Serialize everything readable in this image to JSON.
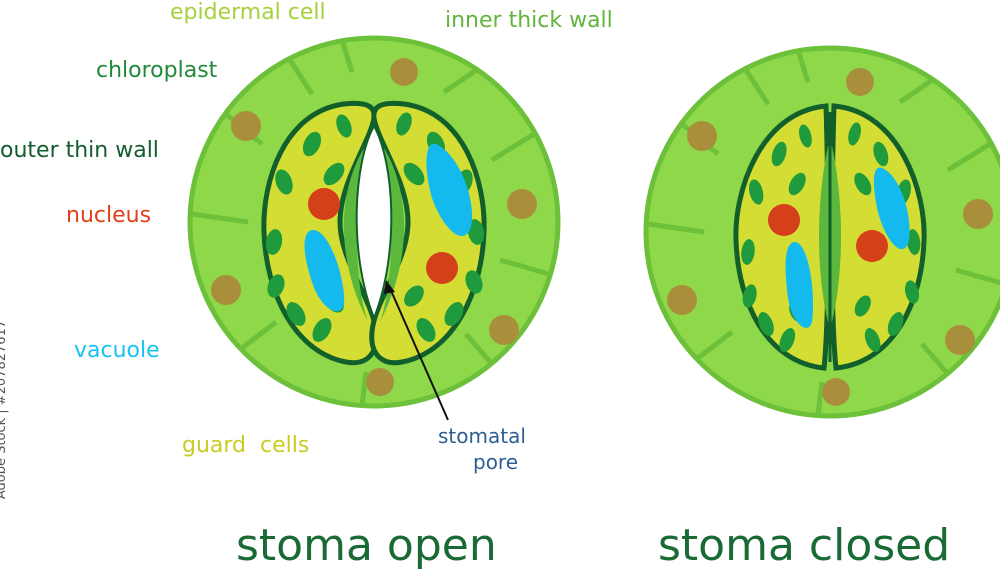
{
  "labels": {
    "epidermal_cell": "epidermal cell",
    "inner_thick_wall": "inner thick wall",
    "chloroplast": "chloroplast",
    "outer_thin_wall": "outer thin wall",
    "nucleus": "nucleus",
    "vacuole": "vacuole",
    "guard_cells": "guard  cells",
    "stomatal_pore_line1": "stomatal",
    "stomatal_pore_line2": "pore"
  },
  "titles": {
    "open": "stoma open",
    "closed": "stoma closed"
  },
  "watermark": "Adobe Stock | #207827617",
  "colors": {
    "epidermal_label": "#a6d13c",
    "inner_wall_label": "#62b53c",
    "chloroplast_label": "#1f8a3a",
    "outer_wall_label": "#125c2e",
    "nucleus_label": "#e0401b",
    "vacuole_label": "#19c3ef",
    "guard_label": "#c9cc21",
    "pore_label": "#2e5e94",
    "title": "#1a6a36",
    "epidermis_fill": "#8ed84a",
    "epidermis_stroke": "#6cc03a",
    "epidermis_nucleus": "#a98f3c",
    "guard_fill": "#d4dd33",
    "guard_stroke": "#11602c",
    "inner_wall_fill": "#5cb83c",
    "chloroplast_fill": "#1f9a3c",
    "nucleus_fill": "#d3401a",
    "vacuole_fill": "#14b9ee"
  }
}
